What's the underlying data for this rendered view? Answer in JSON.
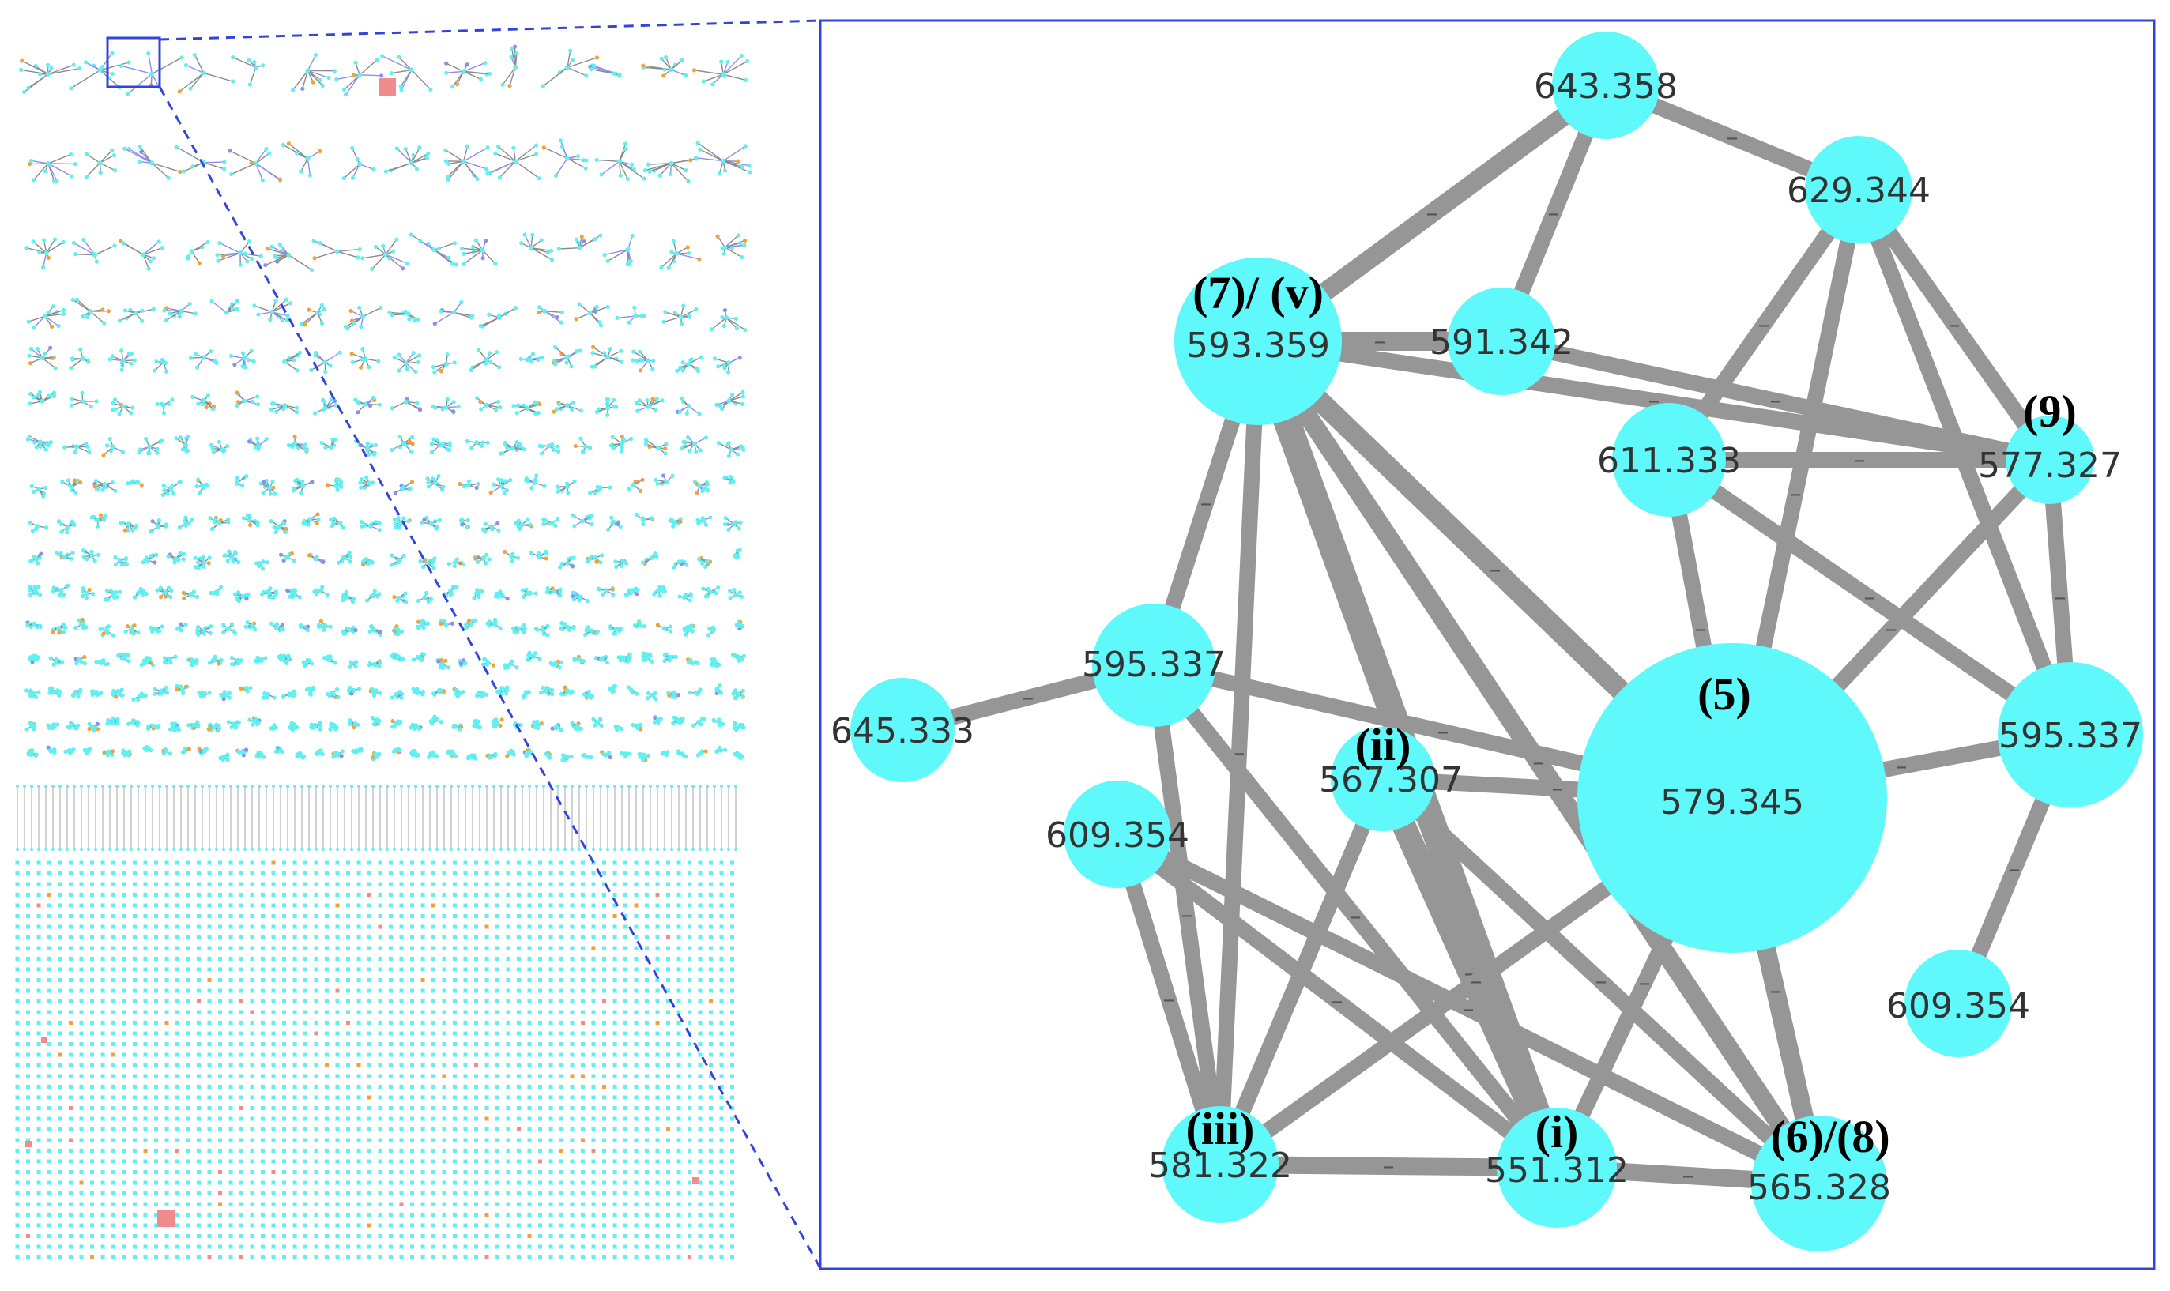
{
  "colors": {
    "node": "#5ff8fb",
    "edge": "#969696",
    "frame": "#3344dd",
    "overview_node": "#5ff0f2",
    "overview_edge_a": "#8e8ef0",
    "overview_edge_b": "#8a8a8a",
    "overview_accent_a": "#f2a23a",
    "overview_accent_b": "#f28c8c"
  },
  "overview": {
    "label": "full molecular network overview",
    "highlighted_cluster": "cluster enlarged in zoom panel"
  },
  "network": {
    "edge_mark": "–",
    "nodes": [
      {
        "id": "n643",
        "mass": "643.358",
        "tag": ""
      },
      {
        "id": "n629",
        "mass": "629.344",
        "tag": ""
      },
      {
        "id": "n593",
        "mass": "593.359",
        "tag": "(7)/ (v)"
      },
      {
        "id": "n591",
        "mass": "591.342",
        "tag": ""
      },
      {
        "id": "n611",
        "mass": "611.333",
        "tag": ""
      },
      {
        "id": "n577",
        "mass": "577.327",
        "tag": "(9)"
      },
      {
        "id": "n595a",
        "mass": "595.337",
        "tag": ""
      },
      {
        "id": "n645",
        "mass": "645.333",
        "tag": ""
      },
      {
        "id": "n567",
        "mass": "567.307",
        "tag": "(ii)"
      },
      {
        "id": "n579",
        "mass": "579.345",
        "tag": "(5)"
      },
      {
        "id": "n595b",
        "mass": "595.337",
        "tag": ""
      },
      {
        "id": "n609a",
        "mass": "609.354",
        "tag": ""
      },
      {
        "id": "n609b",
        "mass": "609.354",
        "tag": ""
      },
      {
        "id": "n581",
        "mass": "581.322",
        "tag": "(iii)"
      },
      {
        "id": "n551",
        "mass": "551.312",
        "tag": "(i)"
      },
      {
        "id": "n565",
        "mass": "565.328",
        "tag": "(6)/(8)"
      }
    ],
    "edges": [
      [
        "n643",
        "n629"
      ],
      [
        "n643",
        "n593"
      ],
      [
        "n643",
        "n591"
      ],
      [
        "n593",
        "n591"
      ],
      [
        "n591",
        "n577"
      ],
      [
        "n629",
        "n611"
      ],
      [
        "n629",
        "n577"
      ],
      [
        "n629",
        "n579"
      ],
      [
        "n629",
        "n595b"
      ],
      [
        "n611",
        "n577"
      ],
      [
        "n611",
        "n579"
      ],
      [
        "n611",
        "n595b"
      ],
      [
        "n577",
        "n579"
      ],
      [
        "n577",
        "n595b"
      ],
      [
        "n593",
        "n577"
      ],
      [
        "n593",
        "n595a"
      ],
      [
        "n593",
        "n579"
      ],
      [
        "n593",
        "n551"
      ],
      [
        "n593",
        "n565"
      ],
      [
        "n593",
        "n581"
      ],
      [
        "n595a",
        "n645"
      ],
      [
        "n595a",
        "n579"
      ],
      [
        "n595a",
        "n581"
      ],
      [
        "n595a",
        "n551"
      ],
      [
        "n567",
        "n579"
      ],
      [
        "n567",
        "n581"
      ],
      [
        "n567",
        "n551"
      ],
      [
        "n567",
        "n565"
      ],
      [
        "n579",
        "n595b"
      ],
      [
        "n579",
        "n565"
      ],
      [
        "n579",
        "n551"
      ],
      [
        "n579",
        "n581"
      ],
      [
        "n595b",
        "n609b"
      ],
      [
        "n609a",
        "n581"
      ],
      [
        "n609a",
        "n551"
      ],
      [
        "n609a",
        "n565"
      ],
      [
        "n581",
        "n551"
      ],
      [
        "n551",
        "n565"
      ]
    ]
  }
}
